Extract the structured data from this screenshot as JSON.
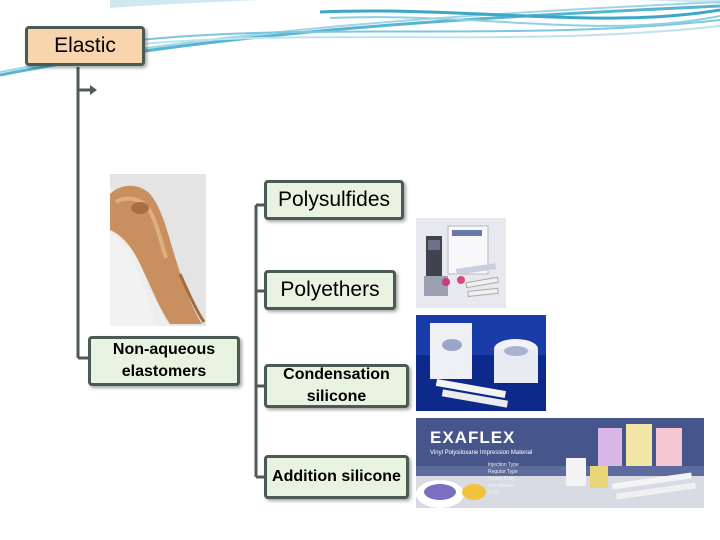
{
  "diagram": {
    "root": "Elastic",
    "branch": "Non-aqueous elastomers",
    "children": [
      {
        "label": "Polysulfides"
      },
      {
        "label": "Polyethers"
      },
      {
        "label": "Condensation silicone"
      },
      {
        "label": "Addition silicone"
      }
    ]
  },
  "photos": {
    "exaflex": {
      "brand": "EXAFLEX",
      "tagline": "Vinyl Polysiloxane Impression Material",
      "types": [
        "Injection Type",
        "Regular Type",
        "Heavy Body",
        "Monophase",
        "Putty"
      ]
    }
  },
  "colors": {
    "root_fill": "#f8d5ac",
    "node_fill": "#e9f3e1",
    "border": "#4a5a54",
    "swoosh": "#4fb3cf"
  }
}
